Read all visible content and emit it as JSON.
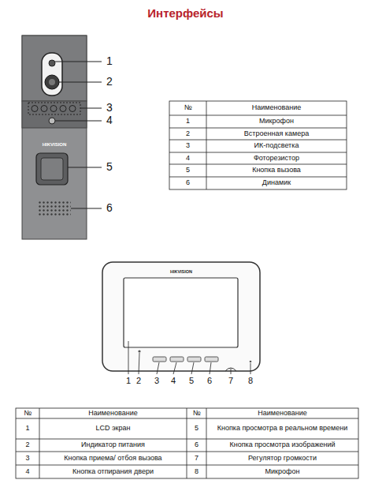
{
  "diagram": {
    "title": "Интерфейсы",
    "labels": [
      "HIKVISION",
      "1",
      "2",
      "3",
      "4",
      "5",
      "6",
      "№",
      "Наименование",
      "1",
      "Микрофон",
      "2",
      "Встроенная камера",
      "3",
      "ИК-подсветка",
      "4",
      "Фоторезистор",
      "5",
      "Кнопка вызова",
      "6",
      "Динамик",
      "HIKVISION",
      "1",
      "2",
      "3",
      "4",
      "5",
      "6",
      "7",
      "8",
      "№",
      "Наименование",
      "№",
      "Наименование",
      "1",
      "LCD экран",
      "5",
      "Кнопка просмотра в реальном времени",
      "2",
      "Индикатор питания",
      "6",
      "Кнопка просмотра изображений",
      "3",
      "Кнопка приема/ отбоя вызова",
      "7",
      "Регулятор громкости",
      "4",
      "Кнопка отпирания двери",
      "8",
      "Микрофон"
    ]
  }
}
